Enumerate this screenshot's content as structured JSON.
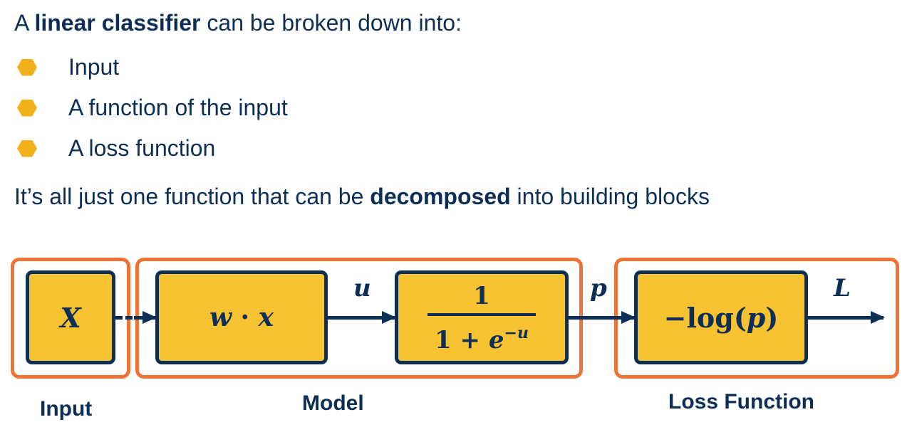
{
  "intro": {
    "prefix": "A ",
    "bold": "linear classifier",
    "suffix": " can be broken down into:"
  },
  "bullets": [
    {
      "icon": "hexagon-bullet-icon",
      "label": "Input"
    },
    {
      "icon": "hexagon-bullet-icon",
      "label": "A function of the input"
    },
    {
      "icon": "hexagon-bullet-icon",
      "label": "A loss function"
    }
  ],
  "summary": {
    "prefix": "It’s all just one function that can be ",
    "bold": "decomposed",
    "suffix": " into building blocks"
  },
  "diagram": {
    "colors": {
      "group_border": "#f07336",
      "block_fill": "#f8c332",
      "block_border": "#0d2f55",
      "text": "#0d2f55",
      "bullet": "#f0b11c"
    },
    "blocks": {
      "input": "X",
      "linear": {
        "w": "w",
        "dot": " · ",
        "x": "x"
      },
      "sigmoid": {
        "numerator": "1",
        "denominator_prefix": "1 + ",
        "e": "e",
        "exponent": "−u"
      },
      "loss": {
        "prefix": "−log(",
        "var": "p",
        "suffix": ")"
      }
    },
    "edge_labels": {
      "u": "u",
      "p": "p",
      "L": "L"
    },
    "groups": {
      "input": "Input",
      "model": "Model",
      "loss": "Loss Function"
    }
  }
}
